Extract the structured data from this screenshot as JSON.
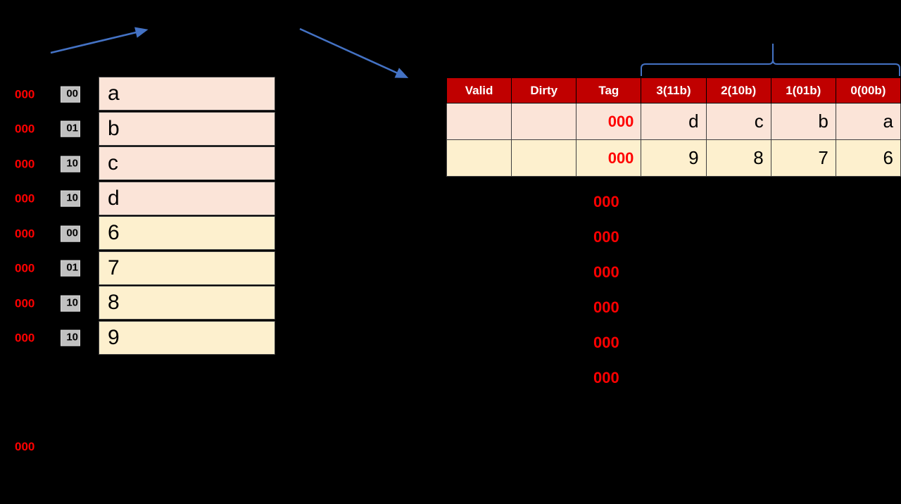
{
  "colors": {
    "background": "#000000",
    "header_red": "#C00000",
    "text_red": "#FF0000",
    "peach_fill": "#FBE4D8",
    "cream_fill": "#FDF0CE",
    "badge_gray": "#C0C0C0",
    "arrow_blue": "#4472C4"
  },
  "memory_list": {
    "rows": [
      {
        "address": "000",
        "offset": "00",
        "value": "a",
        "fill": "peach"
      },
      {
        "address": "000",
        "offset": "01",
        "value": "b",
        "fill": "peach"
      },
      {
        "address": "000",
        "offset": "10",
        "value": "c",
        "fill": "peach"
      },
      {
        "address": "000",
        "offset": "10",
        "value": "d",
        "fill": "peach"
      },
      {
        "address": "000",
        "offset": "00",
        "value": "6",
        "fill": "cream"
      },
      {
        "address": "000",
        "offset": "01",
        "value": "7",
        "fill": "cream"
      },
      {
        "address": "000",
        "offset": "10",
        "value": "8",
        "fill": "cream"
      },
      {
        "address": "000",
        "offset": "10",
        "value": "9",
        "fill": "cream"
      }
    ]
  },
  "stray_address": "000",
  "cache_table": {
    "headers": [
      "Valid",
      "Dirty",
      "Tag",
      "3(11b)",
      "2(10b)",
      "1(01b)",
      "0(00b)"
    ],
    "rows": [
      {
        "fill": "peach",
        "valid": "",
        "dirty": "",
        "tag": "000",
        "words": [
          "d",
          "c",
          "b",
          "a"
        ]
      },
      {
        "fill": "cream",
        "valid": "",
        "dirty": "",
        "tag": "000",
        "words": [
          "9",
          "8",
          "7",
          "6"
        ]
      }
    ]
  },
  "tag_column": {
    "items": [
      "000",
      "000",
      "000",
      "000",
      "000",
      "000"
    ]
  },
  "annotations": {
    "arrow_left": "arrow-up-right",
    "arrow_right": "arrow-down-right",
    "brace": "curly-brace-spanning-data-words"
  }
}
